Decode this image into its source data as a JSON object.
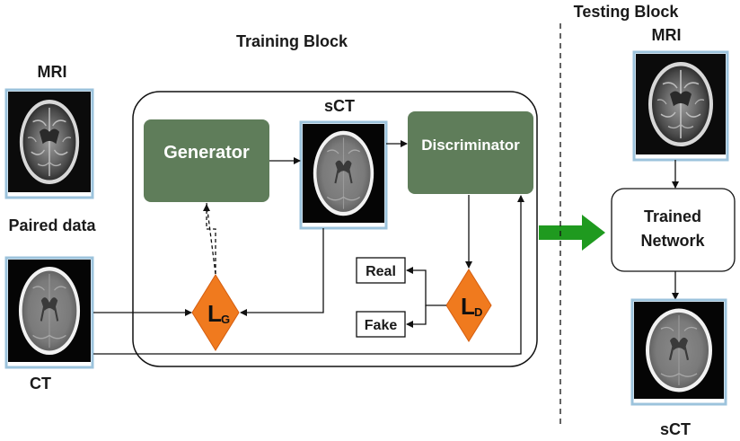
{
  "training": {
    "title": "Training Block"
  },
  "testing": {
    "title": "Testing Block"
  },
  "inputs": {
    "mri_label": "MRI",
    "paired_label": "Paired data",
    "ct_label": "CT"
  },
  "generator": {
    "label": "Generator"
  },
  "sct_label": "sCT",
  "discriminator": {
    "label": "Discriminator"
  },
  "outputs": {
    "real": "Real",
    "fake": "Fake"
  },
  "losses": {
    "generator": {
      "letter": "L",
      "sub": "G"
    },
    "discriminator": {
      "letter": "L",
      "sub": "D"
    }
  },
  "test": {
    "mri_label": "MRI",
    "network_line1": "Trained",
    "network_line2": "Network",
    "sct_label": "sCT"
  },
  "colors": {
    "box_green": "#5f7d5a",
    "loss_orange": "#f07a1e",
    "arrow_green": "#1f9a1f",
    "frame_blue": "#9cc3dc"
  }
}
